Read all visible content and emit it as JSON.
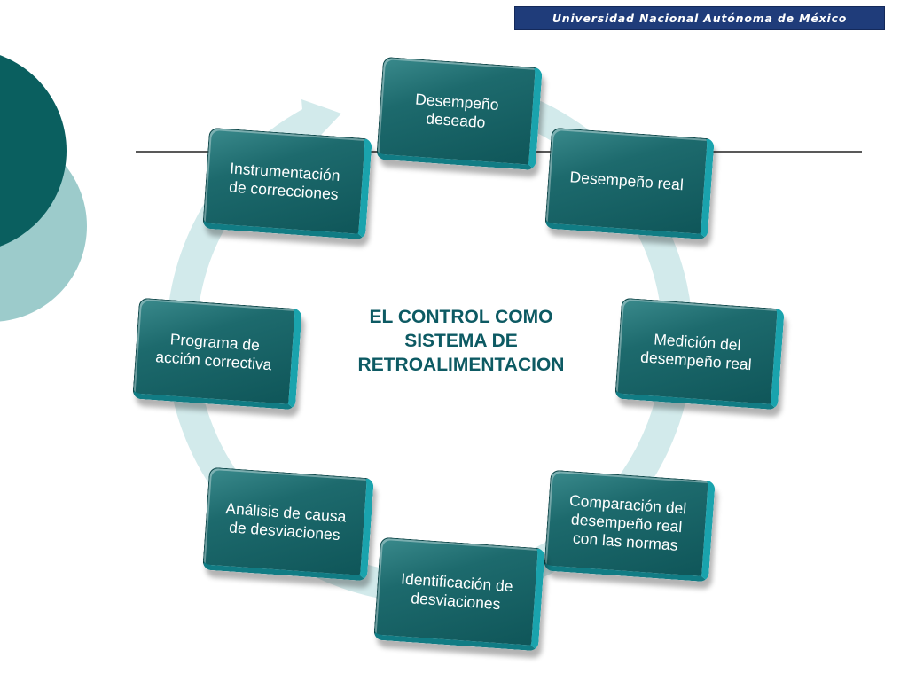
{
  "header": {
    "university_label": "Universidad Nacional Autónoma de México"
  },
  "diagram": {
    "title_lines": [
      "EL CONTROL COMO",
      "SISTEMA DE",
      "RETROALIMENTACION"
    ],
    "steps": [
      {
        "lines": [
          "Desempeño",
          "deseado"
        ]
      },
      {
        "lines": [
          "Desempeño real"
        ]
      },
      {
        "lines": [
          "Medición del",
          "desempeño real"
        ]
      },
      {
        "lines": [
          "Comparación del",
          "desempeño real",
          "con las normas"
        ]
      },
      {
        "lines": [
          "Identificación de",
          "desviaciones"
        ]
      },
      {
        "lines": [
          "Análisis de causa",
          "de desviaciones"
        ]
      },
      {
        "lines": [
          "Programa de",
          "acción correctiva"
        ]
      },
      {
        "lines": [
          "Instrumentación",
          "de correcciones"
        ]
      }
    ]
  },
  "colors": {
    "box_teal": "#1d6a6d",
    "box_edge": "#1aa3ad",
    "ring": "#cfe9ea",
    "title": "#0d5a63",
    "banner": "#1f3c7a",
    "circle_dark": "#0a5f5f",
    "circle_light": "#9ccbcb"
  }
}
